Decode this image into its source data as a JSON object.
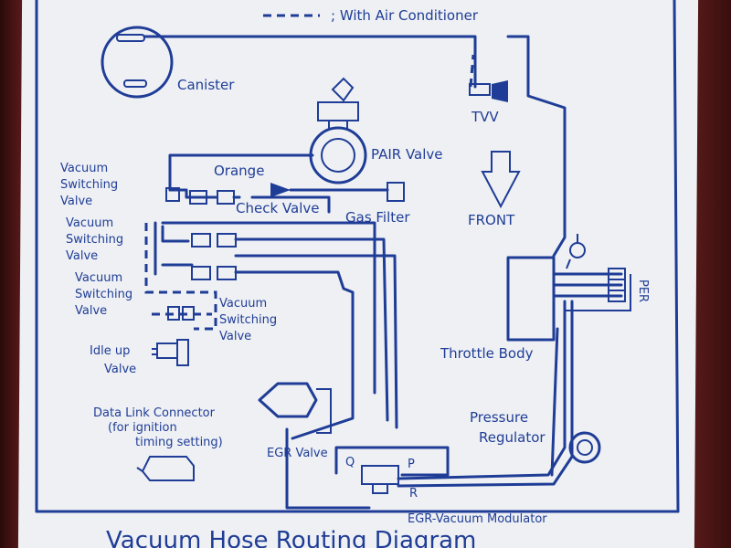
{
  "legend": {
    "dash_label": "; With Air Conditioner"
  },
  "labels": {
    "canister": "Canister",
    "tvv": "TVV",
    "pair_valve": "PAIR Valve",
    "orange": "Orange",
    "check_valve": "Check Valve",
    "gas_filter": "Gas Filter",
    "front": "FRONT",
    "vsv1": [
      "Vacuum",
      "Switching",
      "Valve"
    ],
    "vsv2": [
      "Vacuum",
      "Switching",
      "Valve"
    ],
    "vsv3": [
      "Vacuum",
      "Switching",
      "Valve"
    ],
    "vsv4": [
      "Vacuum",
      "Switching",
      "Valve"
    ],
    "idle_up": [
      "Idle  up",
      "Valve"
    ],
    "throttle_body": "Throttle Body",
    "pressure_regulator": [
      "Pressure",
      "Regulator"
    ],
    "data_link": [
      "Data Link Connector",
      "(for ignition",
      "timing setting)"
    ],
    "egr_valve": "EGR Valve",
    "egr_modulator": "EGR-Vacuum Modulator",
    "port_q": "Q",
    "port_p": "P",
    "port_r": "R",
    "per": "PER",
    "title": "Vacuum Hose Routing Diagram"
  },
  "colors": {
    "ink": "#1f3d96",
    "card": "#eef0f4",
    "frame": "#4a1414"
  }
}
